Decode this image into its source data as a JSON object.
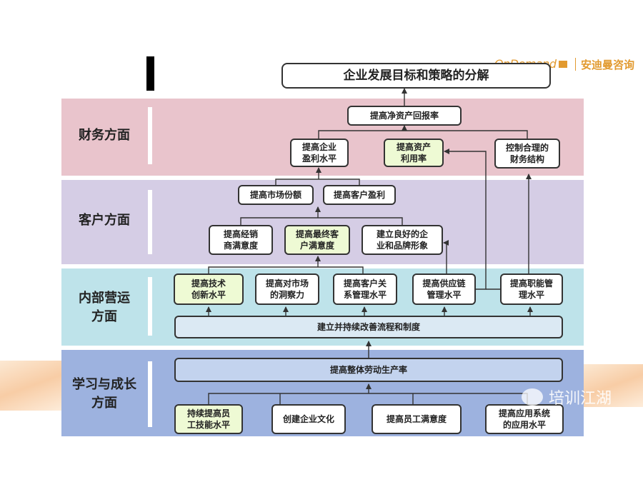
{
  "title": "企业发展目标和策略的分解",
  "brand": {
    "name": "OnDemand",
    "cn": "安迪曼咨询"
  },
  "watermark": "培训江湖",
  "colors": {
    "finance": "#e9c4cc",
    "customer": "#d5cde5",
    "internal": "#bee3ea",
    "learning": "#9db2df",
    "highlight": "#eefad4"
  },
  "bands": {
    "finance": "财务方面",
    "customer": "客户方面",
    "internal": "内部营运\n方面",
    "learning": "学习与成长\n方面"
  },
  "nodes": {
    "roe": "提高净资产回报率",
    "profit_level": "提高企业\n盈利水平",
    "asset_util": "提高资产\n利用率",
    "fin_structure": "控制合理的\n财务结构",
    "market_share": "提高市场份额",
    "client_profit": "提高客户盈利",
    "dealer_sat": "提高经销\n商满意度",
    "end_sat": "提高最终客\n户满意度",
    "brand_image": "建立良好的企\n业和品牌形象",
    "tech_innov": "提高技术\n创新水平",
    "market_insight": "提高对市场\n的洞察力",
    "crm": "提高客户关\n系管理水平",
    "scm": "提高供应链\n管理水平",
    "func_mgmt": "提高职能管\n理水平",
    "process": "建立并持续改善流程和制度",
    "productivity": "提高整体劳动生产率",
    "skills": "持续提高员\n工技能水平",
    "culture": "创建企业文化",
    "emp_sat": "提高员工满意度",
    "systems": "提高应用系统\n的应用水平"
  }
}
